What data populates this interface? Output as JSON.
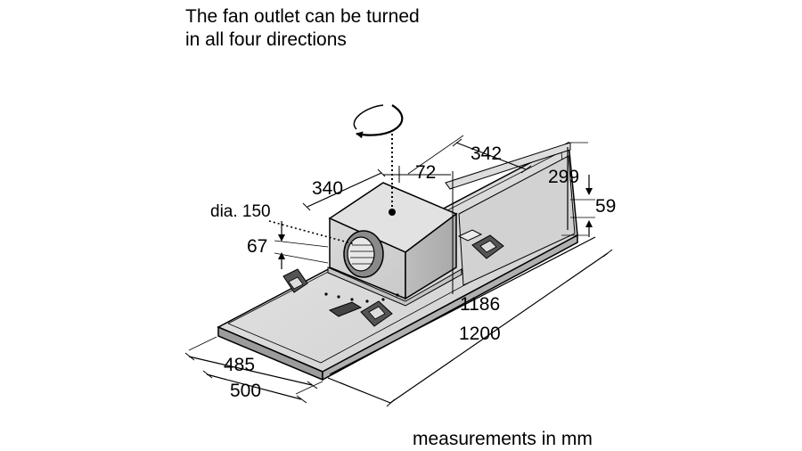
{
  "caption": {
    "line1": "The fan outlet can be turned",
    "line2": "in all four directions"
  },
  "dimensions": {
    "top_width": "342",
    "outlet_offset": "72",
    "motor_depth": "340",
    "total_height": "299",
    "panel_height": "59",
    "duct_diameter": "dia. 150",
    "duct_height": "67",
    "inner_length": "1186",
    "total_length": "1200",
    "inner_depth": "485",
    "total_depth": "500"
  },
  "footer": {
    "units_note": "measurements in mm"
  }
}
